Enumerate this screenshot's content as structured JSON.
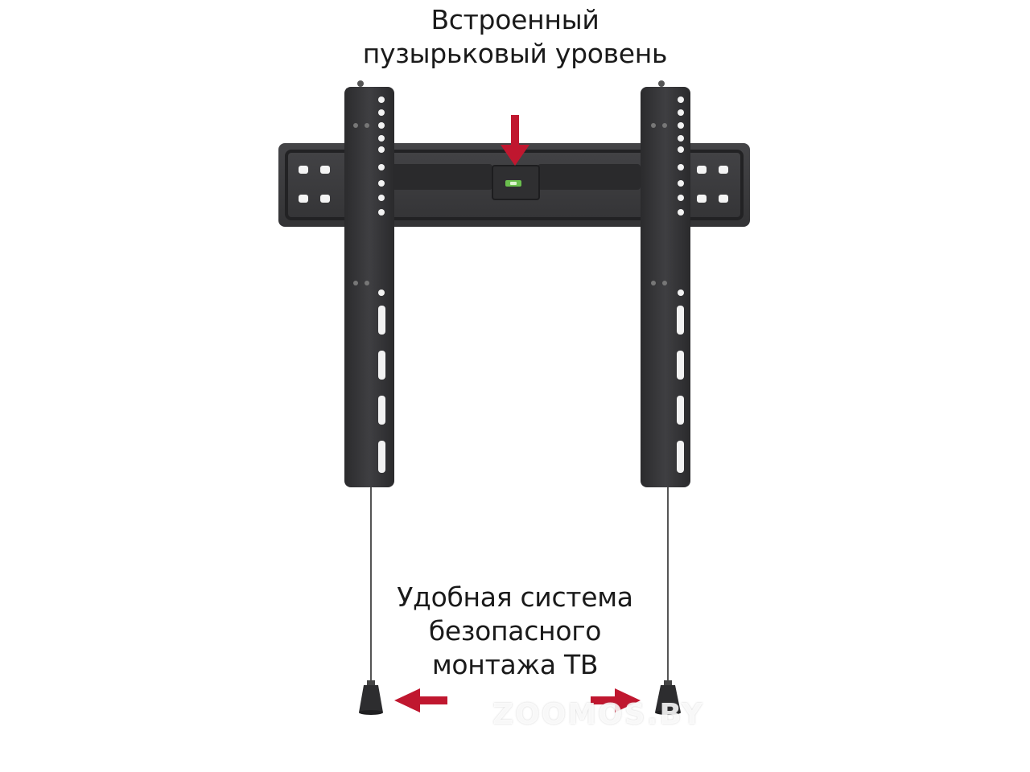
{
  "captions": {
    "top": [
      "Встроенный",
      "пузырьковый уровень"
    ],
    "bottom": [
      "Удобная система",
      "безопасного",
      "монтажа ТВ"
    ]
  },
  "watermark": "ZOOMOS.BY",
  "colors": {
    "bracket": "#3a3a3c",
    "bracket_dark": "#232325",
    "arrow": "#c0172f",
    "background": "#ffffff"
  },
  "icons": {
    "level_arrow": "arrow-down-icon",
    "left_arrow": "arrow-left-icon",
    "right_arrow": "arrow-right-icon"
  }
}
